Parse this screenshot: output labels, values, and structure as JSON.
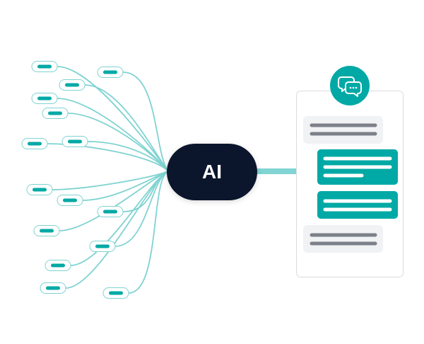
{
  "hub": {
    "label": "AI"
  },
  "colors": {
    "teal": "#00a9a5",
    "teal_light": "#7fd3d1",
    "navy": "#0b162c",
    "gray_bubble": "#f1f2f4",
    "gray_line": "#7c8089",
    "panel_border": "#d9dce0"
  },
  "chat": {
    "icon": "chat-bubbles-icon",
    "messages": [
      {
        "from": "user",
        "lines": 2
      },
      {
        "from": "ai",
        "lines": 3
      },
      {
        "from": "ai",
        "lines": 2
      },
      {
        "from": "user",
        "lines": 2
      }
    ]
  },
  "source_node_count": 15
}
